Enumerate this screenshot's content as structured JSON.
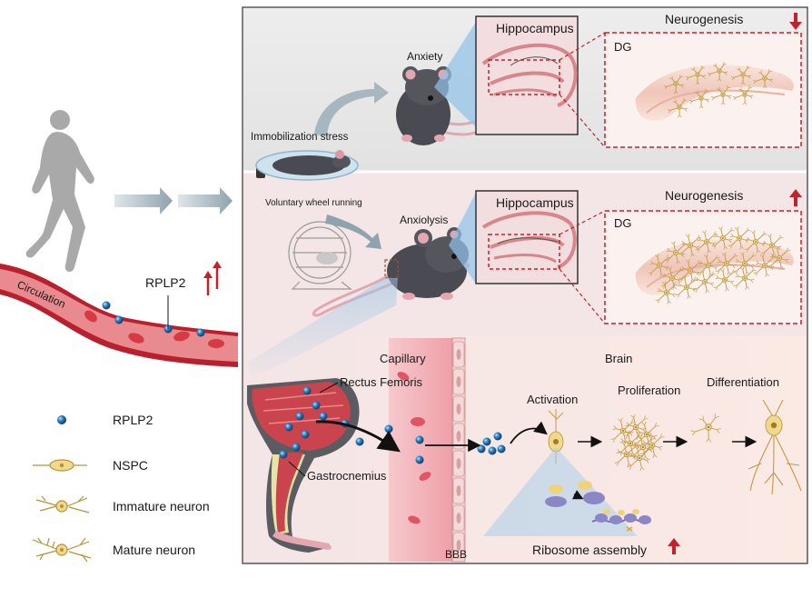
{
  "labels": {
    "circulation": "Circulation",
    "rplp2_vessel": "RPLP2",
    "immobilization": "Immobilization stress",
    "wheel": "Voluntary wheel running",
    "anxiety": "Anxiety",
    "anxiolysis": "Anxiolysis",
    "hippocampus_top": "Hippocampus",
    "hippocampus_bottom": "Hippocampus",
    "neurogenesis_top": "Neurogenesis",
    "neurogenesis_bottom": "Neurogenesis",
    "dg_top": "DG",
    "dg_bottom": "DG",
    "capillary": "Capillary",
    "brain": "Brain",
    "rectus": "Rectus Femoris",
    "gastrocnemius": "Gastrocnemius",
    "activation": "Activation",
    "proliferation": "Proliferation",
    "differentiation": "Differentiation",
    "ribosome": "Ribosome assembly",
    "bbb": "BBB"
  },
  "legend": [
    {
      "label": "RPLP2",
      "icon": "rplp2-sphere-icon"
    },
    {
      "label": "NSPC",
      "icon": "nspc-cell-icon"
    },
    {
      "label": "Immature neuron",
      "icon": "immature-neuron-icon"
    },
    {
      "label": "Mature neuron",
      "icon": "mature-neuron-icon"
    }
  ],
  "colors": {
    "vessel": "#c0303a",
    "rbc": "#e05050",
    "rplp2": "#2b7fc0",
    "neuron": "#d9b45a",
    "accent_red": "#c0232b",
    "mouse": "#4a4a52",
    "dashed_box": "#c0232b"
  }
}
